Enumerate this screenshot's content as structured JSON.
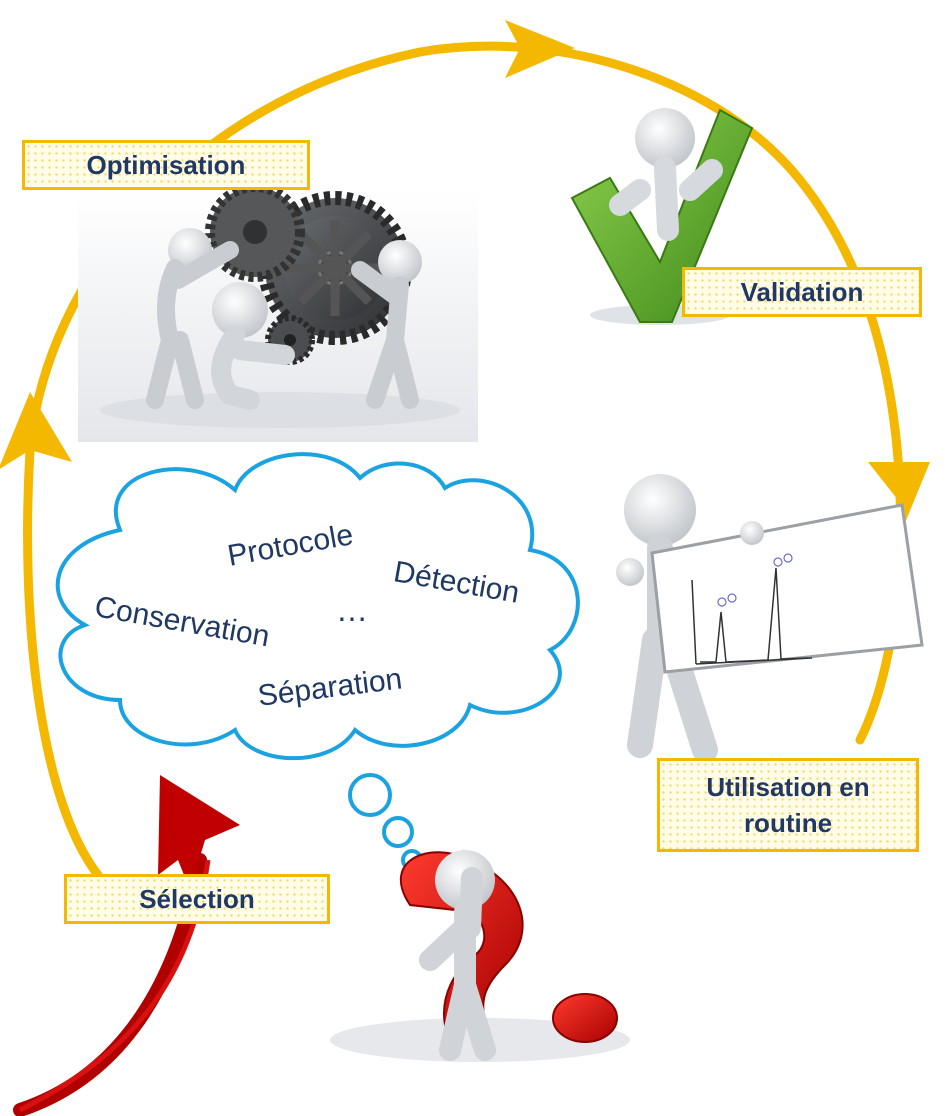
{
  "labels": {
    "optimisation": "Optimisation",
    "validation": "Validation",
    "utilisation": "Utilisation en routine",
    "selection": "Sélection"
  },
  "cloud": {
    "protocole": "Protocole",
    "detection": "Détection",
    "conservation": "Conservation",
    "separation": "Séparation",
    "ellipsis": "…"
  },
  "colors": {
    "cycle": "#f5b800",
    "label_text": "#1f3864",
    "cloud_outline": "#1aa3e0",
    "entry_arrow": "#c00000",
    "check_mark": "#5aa623",
    "question_mark": "#d00000"
  },
  "icons": [
    "gear-team-figure",
    "green-checkmark-figure",
    "figure-holding-chromatogram-board",
    "figure-with-question-mark"
  ]
}
